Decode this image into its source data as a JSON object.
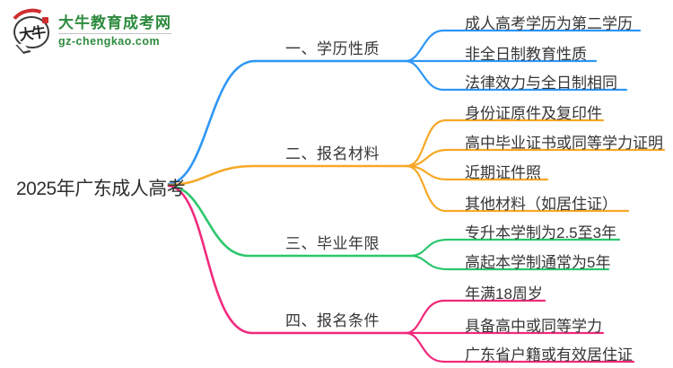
{
  "logo": {
    "mark_text": "大牛",
    "site_name": "大牛教育成考网",
    "site_url": "gz-chengkao.com",
    "brand_color": "#2e8b3e",
    "mark_accent_color": "#cf2e2e"
  },
  "mindmap": {
    "root": {
      "label": "2025年广东成人高考"
    },
    "branches": [
      {
        "label": "一、学历性质",
        "color": "#2e96f5",
        "children": [
          "成人高考学历为第二学历",
          "非全日制教育性质",
          "法律效力与全日制相同"
        ]
      },
      {
        "label": "二、报名材料",
        "color": "#f7a825",
        "children": [
          "身份证原件及复印件",
          "高中毕业证书或同等学力证明",
          "近期证件照",
          "其他材料（如居住证）"
        ]
      },
      {
        "label": "三、毕业年限",
        "color": "#2dc76d",
        "children": [
          "专升本学制为2.5至3年",
          "高起本学制通常为5年"
        ]
      },
      {
        "label": "四、报名条件",
        "color": "#f1297c",
        "children": [
          "年满18周岁",
          "具备高中或同等学力",
          "广东省户籍或有效居住证"
        ]
      }
    ]
  }
}
